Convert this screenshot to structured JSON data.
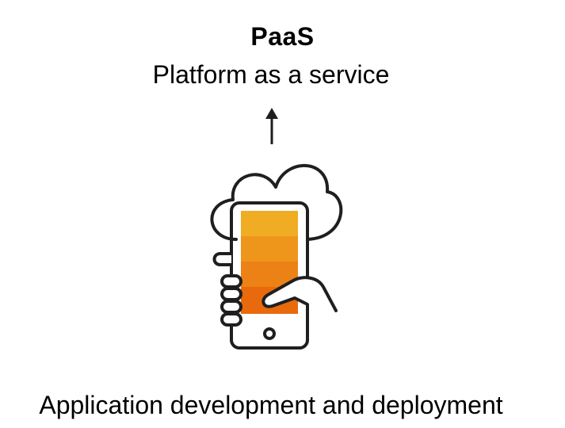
{
  "header": {
    "title": "PaaS",
    "subtitle": "Platform as a service"
  },
  "caption": "Application development and deployment",
  "icons": {
    "arrow": "up-arrow-icon",
    "illustration": "cloud-phone-hand-icon"
  },
  "colors": {
    "text": "#000000",
    "outline": "#1f1f1f",
    "screen_bands": [
      "#f0ad23",
      "#ee961c",
      "#ec8216",
      "#e86a0d"
    ]
  }
}
